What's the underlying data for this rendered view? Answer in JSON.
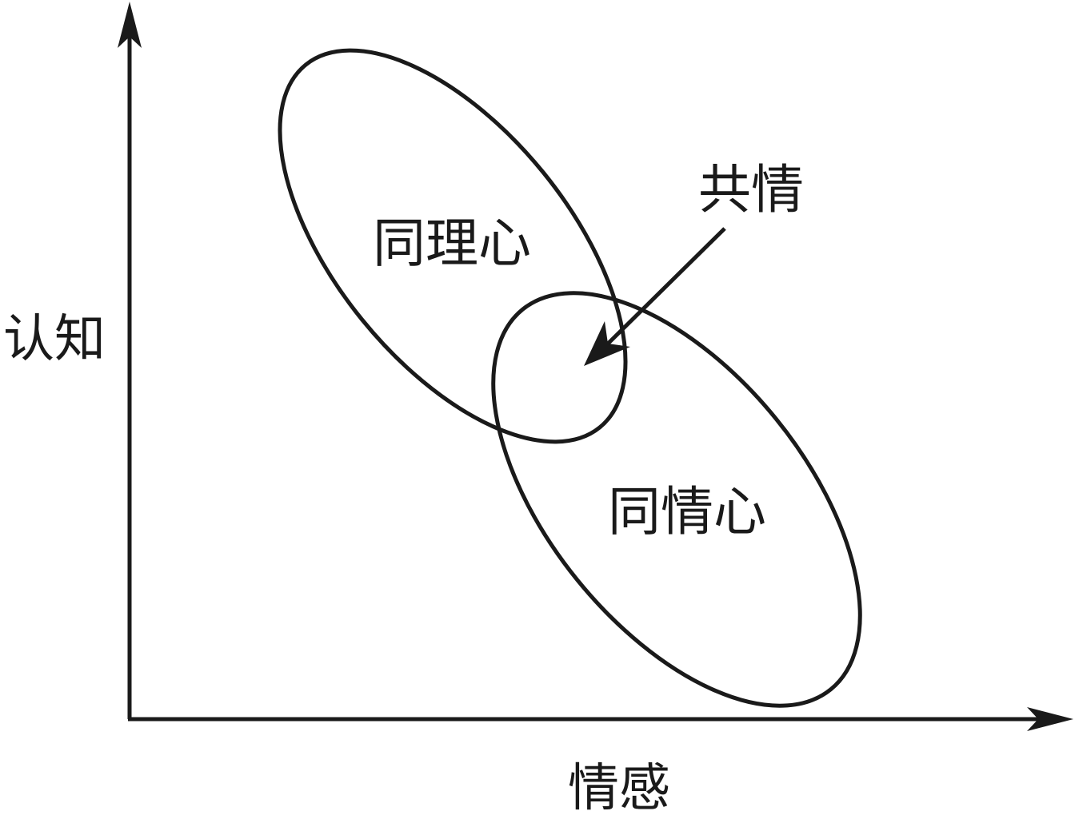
{
  "diagram": {
    "axes": {
      "y_label": "认知",
      "x_label": "情感"
    },
    "regions": {
      "upper_ellipse_label": "同理心",
      "lower_ellipse_label": "同情心"
    },
    "overlap": {
      "label": "共情"
    },
    "colors": {
      "stroke": "#1a1a1a",
      "background": "#ffffff"
    }
  }
}
